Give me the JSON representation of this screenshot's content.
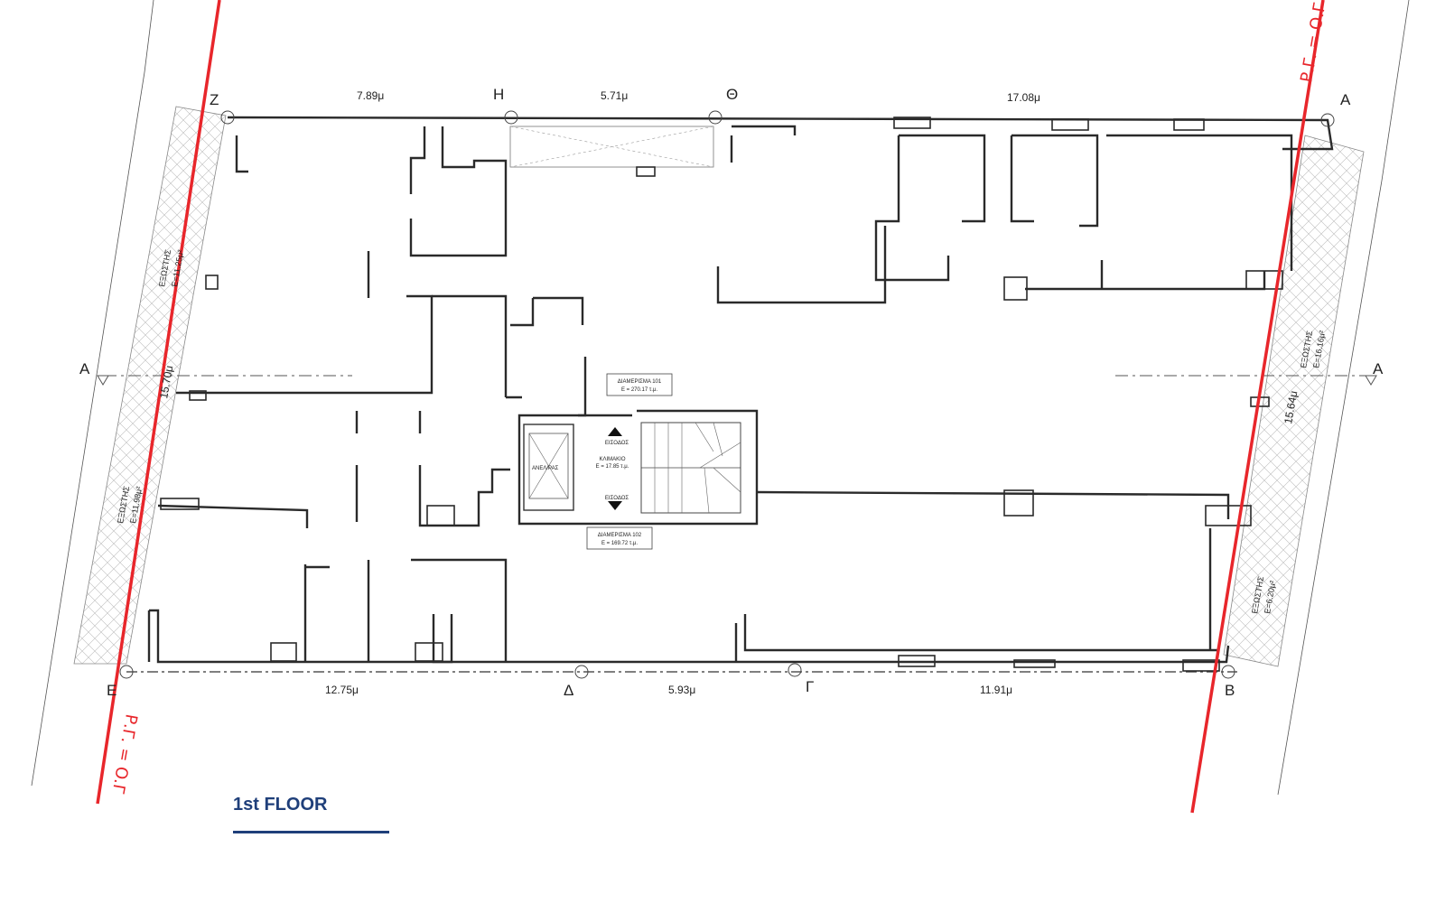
{
  "floor_title": "1st FLOOR",
  "colors": {
    "boundary": "#e8262b",
    "title": "#1f3f7a",
    "walls": "#2a2a2a"
  },
  "corners": {
    "Z": "Z",
    "H": "Η",
    "TH": "Θ",
    "A": "Α",
    "E": "Ε",
    "D": "Δ",
    "G": "Γ",
    "B": "Β"
  },
  "section_marks": {
    "left": "A",
    "right": "A"
  },
  "dimensions": {
    "top_left": "7.89μ",
    "top_mid": "5.71μ",
    "top_right": "17.08μ",
    "bottom_left": "12.75μ",
    "bottom_mid": "5.93μ",
    "bottom_right": "11.91μ",
    "left_side": "15.70μ",
    "right_side": "15.64μ"
  },
  "boundary_labels": {
    "left": "Ρ.Γ. = Ο.Γ",
    "right": "Ρ.Γ. = Ο.Γ"
  },
  "balconies": {
    "top_left": {
      "name": "ΕΞΩΣΤΗΣ",
      "area": "Ε=11.25μ²"
    },
    "bottom_left": {
      "name": "ΕΞΩΣΤΗΣ",
      "area": "Ε=11.98μ²"
    },
    "right_top": {
      "name": "ΕΞΩΣΤΗΣ",
      "area": "Ε=16.16μ²"
    },
    "right_bottom": {
      "name": "ΕΞΩΣΤΗΣ",
      "area": "Ε=6.20μ²"
    }
  },
  "apartments": {
    "a101": {
      "name": "ΔΙΑΜΕΡΙΣΜΑ 101",
      "area": "Ε = 270.17 τ.μ."
    },
    "a102": {
      "name": "ΔΙΑΜΕΡΙΣΜΑ 102",
      "area": "Ε = 169.72 τ.μ."
    }
  },
  "core": {
    "elevator": "ΑΝΕΛ/ΡΑΣ",
    "entrance_top": "ΕΙΣΟΔΟΣ",
    "entrance_bottom": "ΕΙΣΟΔΟΣ",
    "stair_name": "ΚΛΙΜΑΚΙΟ",
    "stair_area": "Ε = 17.85 τ.μ."
  }
}
